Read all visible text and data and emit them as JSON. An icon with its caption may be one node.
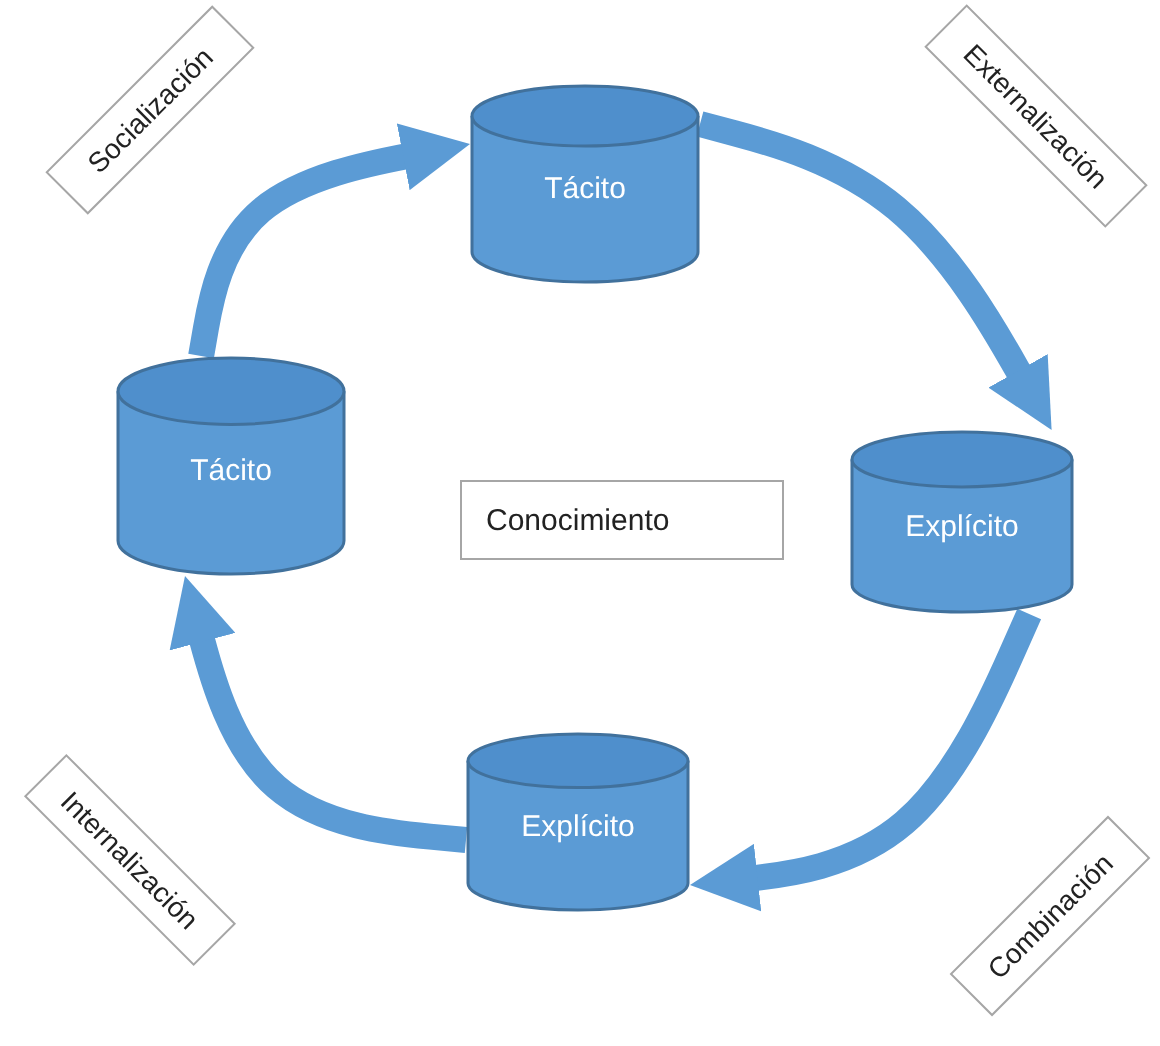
{
  "diagram": {
    "nodes": [
      {
        "text": [
          "Socialización"
        ]
      },
      {
        "text": [
          "Tácito"
        ]
      },
      {
        "text": [
          "Externalización"
        ]
      },
      {
        "text": [
          "Tácito"
        ]
      },
      {
        "text": [
          "Conocimiento"
        ]
      },
      {
        "text": [
          "Explícito"
        ]
      },
      {
        "text": [
          "Internalización"
        ]
      },
      {
        "text": [
          "Explícito"
        ]
      },
      {
        "text": [
          "Combinación"
        ]
      }
    ],
    "edges": [
      {
        "from": 3,
        "to": 1,
        "arrow": "to"
      },
      {
        "from": 1,
        "to": 5,
        "arrow": "to"
      },
      {
        "from": 5,
        "to": 7,
        "arrow": "to"
      },
      {
        "from": 7,
        "to": 3,
        "arrow": "to"
      }
    ]
  }
}
